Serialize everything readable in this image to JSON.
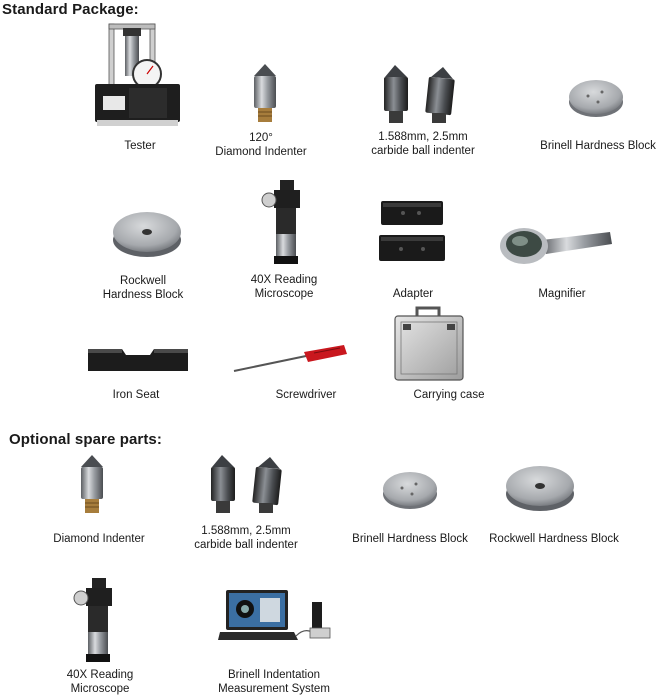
{
  "sections": {
    "standard": {
      "title": "Standard Package:",
      "items": {
        "tester": "Tester",
        "diamond_indenter": "120°\nDiamond Indenter",
        "carbide_ball": "1.588mm, 2.5mm\ncarbide ball indenter",
        "brinell_block": "Brinell Hardness Block",
        "rockwell_block": "Rockwell\nHardness Block",
        "microscope": "40X Reading\nMicroscope",
        "adapter": "Adapter",
        "magnifier": "Magnifier",
        "iron_seat": "Iron Seat",
        "screwdriver": "Screwdriver",
        "carrying_case": "Carrying case"
      }
    },
    "optional": {
      "title": "Optional spare parts:",
      "items": {
        "diamond_indenter": "Diamond Indenter",
        "carbide_ball": "1.588mm, 2.5mm\ncarbide ball indenter",
        "brinell_block": "Brinell Hardness Block",
        "rockwell_block": "Rockwell Hardness Block",
        "microscope": "40X Reading\nMicroscope",
        "measurement_system": "Brinell Indentation\nMeasurement System"
      }
    }
  }
}
